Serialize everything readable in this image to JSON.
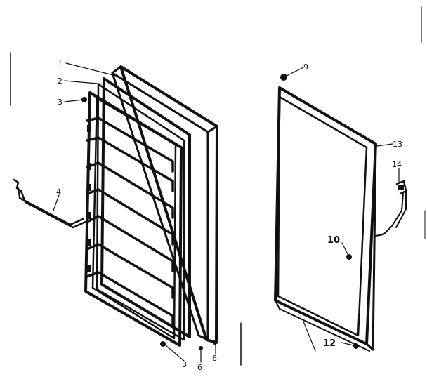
{
  "labels": {
    "l1": "1",
    "l2": "2",
    "l3a": "3",
    "l3b": "3",
    "l4": "4",
    "l6a": "6",
    "l6b": "6",
    "l9": "9",
    "l10": "10",
    "l12": "12",
    "l13": "13",
    "l14": "14"
  }
}
